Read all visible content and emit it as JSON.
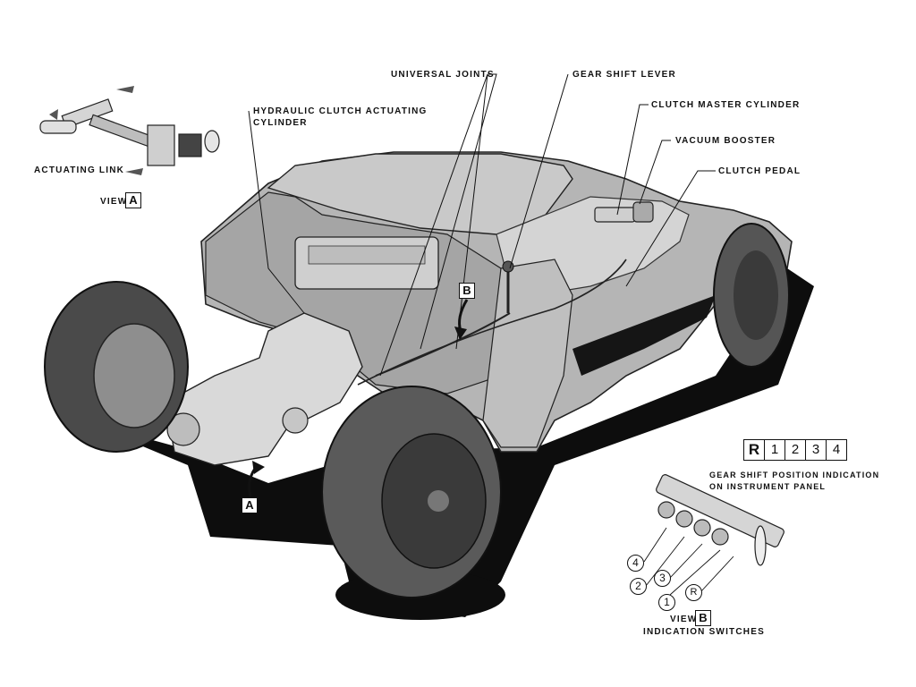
{
  "labels": {
    "universal_joints": "UNIVERSAL JOINTS",
    "gear_shift_lever": "GEAR SHIFT LEVER",
    "clutch_master_cylinder": "CLUTCH MASTER CYLINDER",
    "vacuum_booster": "VACUUM BOOSTER",
    "clutch_pedal": "CLUTCH PEDAL",
    "hydraulic_line1": "HYDRAULIC CLUTCH ACTUATING",
    "hydraulic_line2": "CYLINDER",
    "actuating_link": "ACTUATING LINK",
    "view_word": "VIEW",
    "gear_indication_line1": "GEAR SHIFT POSITION INDICATION",
    "gear_indication_line2": "ON INSTRUMENT PANEL",
    "indication_switches": "INDICATION SWITCHES"
  },
  "markers": {
    "a": "A",
    "b": "B"
  },
  "gear_indicator": [
    "R",
    "1",
    "2",
    "3",
    "4"
  ],
  "switch_numbers": {
    "four": "4",
    "three": "3",
    "two": "2",
    "one": "1",
    "r": "R"
  }
}
